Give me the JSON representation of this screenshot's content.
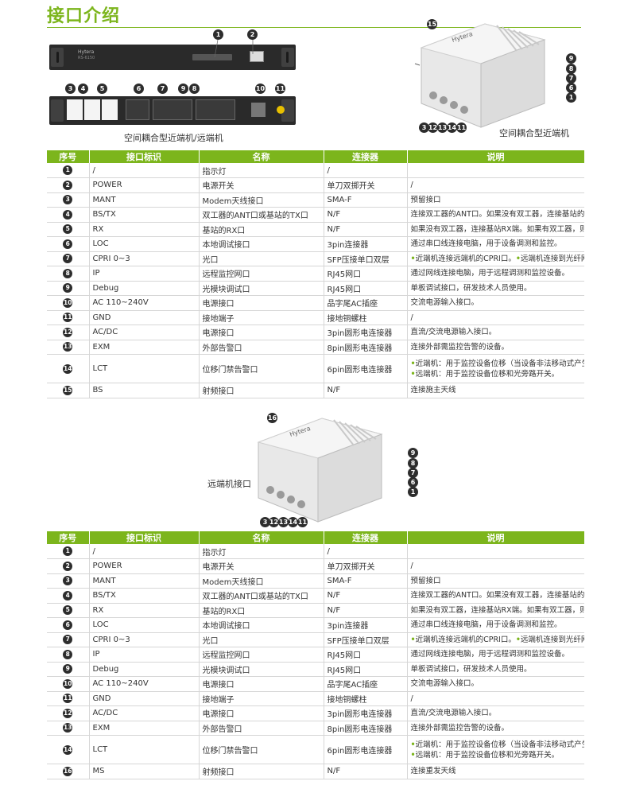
{
  "title": "接口介绍",
  "figure1_caption": "空间耦合型近端机/远端机",
  "figure2_caption": "空间耦合型近端机",
  "figure3_caption": "远端机接口",
  "rack_brand": "Hytera",
  "rack_model": "RS-6150",
  "unit_brand": "Hytera",
  "accent_color": "#7cb51c",
  "table_headers": [
    "序号",
    "接口标识",
    "名称",
    "连接器",
    "说明"
  ],
  "table1": [
    {
      "n": "1",
      "id": "/",
      "name": "指示灯",
      "conn": "/",
      "desc": ""
    },
    {
      "n": "2",
      "id": "POWER",
      "name": "电源开关",
      "conn": "单刀双掷开关",
      "desc": "/"
    },
    {
      "n": "3",
      "id": "MANT",
      "name": "Modem天线接口",
      "conn": "SMA-F",
      "desc": "预留接口"
    },
    {
      "n": "4",
      "id": "BS/TX",
      "name": "双工器的ANT口或基站的TX口",
      "conn": "N/F",
      "desc": "连接双工器的ANT口。如果没有双工器，连接基站的TX口。"
    },
    {
      "n": "5",
      "id": "RX",
      "name": "基站的RX口",
      "conn": "N/F",
      "desc": "如果没有双工器，连接基站RX端。如果有双工器，则不用。"
    },
    {
      "n": "6",
      "id": "LOC",
      "name": "本地调试接口",
      "conn": "3pin连接器",
      "desc": "通过串口线连接电脑，用于设备调测和监控。"
    },
    {
      "n": "7",
      "id": "CPRI 0~3",
      "name": "光口",
      "conn": "SFP压接单口双层",
      "desc": "近端机连接远端机的CPRI口。",
      "desc2": "远端机连接到光纤网络。",
      "inline": true
    },
    {
      "n": "8",
      "id": "IP",
      "name": "远程监控网口",
      "conn": "RJ45网口",
      "desc": "通过网线连接电脑，用于远程调测和监控设备。"
    },
    {
      "n": "9",
      "id": "Debug",
      "name": "光模块调试口",
      "conn": "RJ45网口",
      "desc": "单板调试接口，研发技术人员使用。"
    },
    {
      "n": "10",
      "id": "AC 110~240V",
      "name": "电源接口",
      "conn": "品字尾AC插座",
      "desc": "交流电源输入接口。"
    },
    {
      "n": "11",
      "id": "GND",
      "name": "接地端子",
      "conn": "接地铜螺柱",
      "desc": "/"
    },
    {
      "n": "12",
      "id": "AC/DC",
      "name": "电源接口",
      "conn": "3pin圆形电连接器",
      "desc": "直流/交流电源输入接口。"
    },
    {
      "n": "13",
      "id": "EXM",
      "name": "外部告警口",
      "conn": "8pin圆形电连接器",
      "desc": "连接外部需监控告警的设备。"
    },
    {
      "n": "14",
      "id": "LCT",
      "name": "位移门禁告警口",
      "conn": "6pin圆形电连接器",
      "desc": "近端机：用于监控设备位移（当设备非法移动式产生告警）。",
      "desc2": "远端机：用于监控设备位移和光旁路开关。",
      "tall": true
    },
    {
      "n": "15",
      "id": "BS",
      "name": "射频接口",
      "conn": "N/F",
      "desc": "连接施主天线"
    }
  ],
  "table2": [
    {
      "n": "1",
      "id": "/",
      "name": "指示灯",
      "conn": "/",
      "desc": ""
    },
    {
      "n": "2",
      "id": "POWER",
      "name": "电源开关",
      "conn": "单刀双掷开关",
      "desc": "/"
    },
    {
      "n": "3",
      "id": "MANT",
      "name": "Modem天线接口",
      "conn": "SMA-F",
      "desc": "预留接口"
    },
    {
      "n": "4",
      "id": "BS/TX",
      "name": "双工器的ANT口或基站的TX口",
      "conn": "N/F",
      "desc": "连接双工器的ANT口。如果没有双工器，连接基站的TX口。"
    },
    {
      "n": "5",
      "id": "RX",
      "name": "基站的RX口",
      "conn": "N/F",
      "desc": "如果没有双工器，连接基站RX端。如果有双工器，则不用。"
    },
    {
      "n": "6",
      "id": "LOC",
      "name": "本地调试接口",
      "conn": "3pin连接器",
      "desc": "通过串口线连接电脑，用于设备调测和监控。"
    },
    {
      "n": "7",
      "id": "CPRI 0~3",
      "name": "光口",
      "conn": "SFP压接单口双层",
      "desc": "近端机连接远端机的CPRI口。",
      "desc2": "远端机连接到光纤网络。",
      "inline": true
    },
    {
      "n": "8",
      "id": "IP",
      "name": "远程监控网口",
      "conn": "RJ45网口",
      "desc": "通过网线连接电脑，用于远程调测和监控设备。"
    },
    {
      "n": "9",
      "id": "Debug",
      "name": "光模块调试口",
      "conn": "RJ45网口",
      "desc": "单板调试接口，研发技术人员使用。"
    },
    {
      "n": "10",
      "id": "AC 110~240V",
      "name": "电源接口",
      "conn": "品字尾AC插座",
      "desc": "交流电源输入接口。"
    },
    {
      "n": "11",
      "id": "GND",
      "name": "接地端子",
      "conn": "接地铜螺柱",
      "desc": "/"
    },
    {
      "n": "12",
      "id": "AC/DC",
      "name": "电源接口",
      "conn": "3pin圆形电连接器",
      "desc": "直流/交流电源输入接口。"
    },
    {
      "n": "13",
      "id": "EXM",
      "name": "外部告警口",
      "conn": "8pin圆形电连接器",
      "desc": "连接外部需监控告警的设备。"
    },
    {
      "n": "14",
      "id": "LCT",
      "name": "位移门禁告警口",
      "conn": "6pin圆形电连接器",
      "desc": "近端机：用于监控设备位移（当设备非法移动式产生告警）。",
      "desc2": "远端机：用于监控设备位移和光旁路开关。",
      "tall": true
    },
    {
      "n": "16",
      "id": "MS",
      "name": "射频接口",
      "conn": "N/F",
      "desc": "连接重发天线"
    }
  ],
  "rack_top_callouts": [
    "1",
    "2"
  ],
  "rack_bottom_callouts": [
    "3",
    "4",
    "5",
    "6",
    "7",
    "8",
    "9",
    "10",
    "11"
  ],
  "unit1_callouts_top": [
    "15"
  ],
  "unit1_callouts_right": [
    "9",
    "8",
    "7",
    "6",
    "1"
  ],
  "unit1_callouts_bottom": [
    "3",
    "12",
    "13",
    "14",
    "11"
  ],
  "unit2_callouts_top": [
    "16"
  ],
  "unit2_callouts_right": [
    "9",
    "8",
    "7",
    "6",
    "1"
  ],
  "unit2_callouts_bottom": [
    "3",
    "12",
    "13",
    "14",
    "11"
  ]
}
